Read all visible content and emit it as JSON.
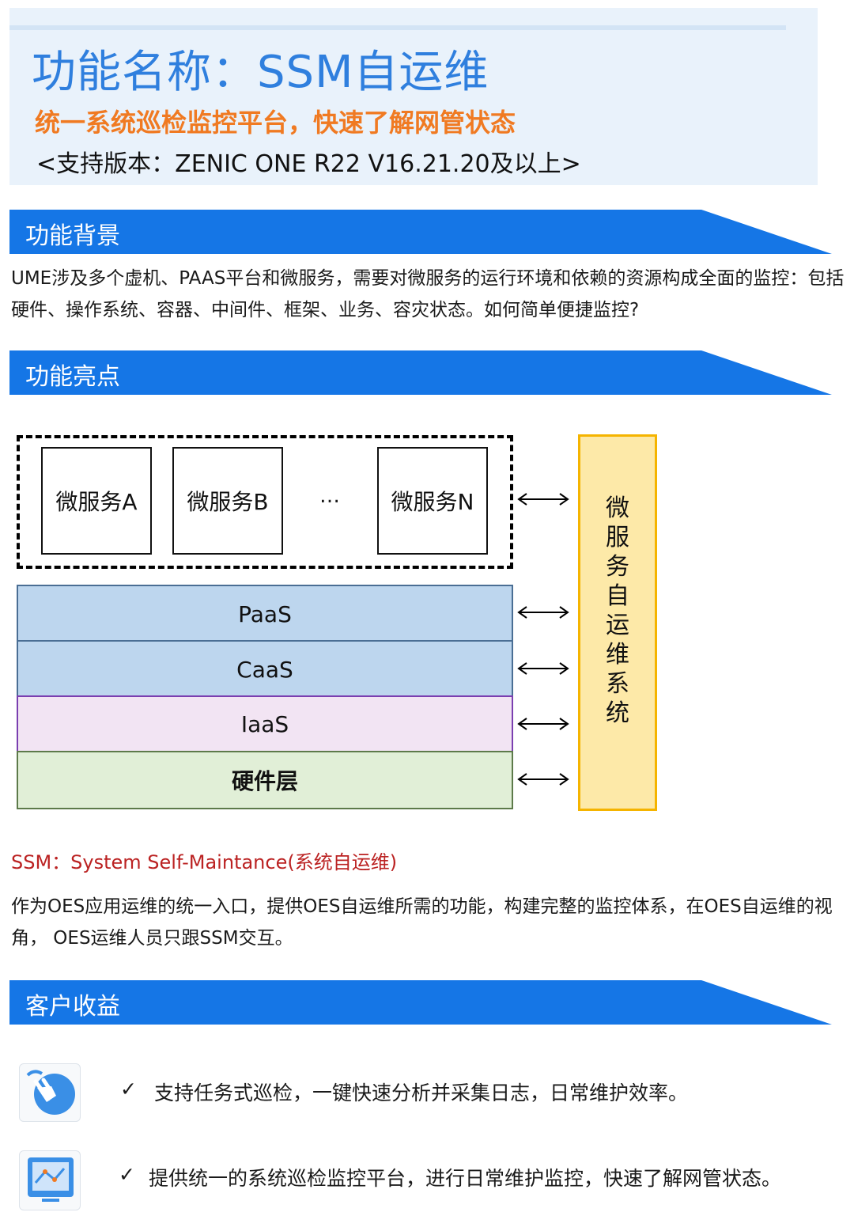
{
  "header": {
    "title": "功能名称：SSM自运维",
    "subtitle": "统一系统巡检监控平台，快速了解网管状态",
    "version": "<支持版本：ZENIC ONE R22 V16.21.20及以上>"
  },
  "sections": {
    "background": {
      "label": "功能背景",
      "text": "UME涉及多个虚机、PAAS平台和微服务，需要对微服务的运行环境和依赖的资源构成全面的监控：包括硬件、操作系统、容器、中间件、框架、业务、容灾状态。如何简单便捷监控?"
    },
    "highlights": {
      "label": "功能亮点"
    },
    "benefits": {
      "label": "客户收益"
    }
  },
  "diagram": {
    "microservices": [
      "微服务A",
      "微服务B",
      "…",
      "微服务N"
    ],
    "layers": [
      "PaaS",
      "CaaS",
      "IaaS",
      "硬件层"
    ],
    "ssm_label": "微服务自运维系统"
  },
  "ssm_definition": "SSM：System Self-Maintance(系统自运维)",
  "ssm_description": "作为OES应用运维的统一入口，提供OES自运维所需的功能，构建完整的监控体系，在OES自运维的视角， OES运维人员只跟SSM交互。",
  "benefit_items": [
    {
      "check": "✓",
      "text": "支持任务式巡检，一键快速分析并采集日志，日常维护效率。",
      "icon": "touch-hand-icon"
    },
    {
      "check": "✓",
      "text": "提供统一的系统巡检监控平台，进行日常维护监控，快速了解网管状态。",
      "icon": "monitor-map-icon"
    }
  ],
  "colors": {
    "banner": "#1576e6",
    "title": "#2f7fde",
    "subtitle": "#f07a22",
    "ssm_definition": "#b22222"
  }
}
